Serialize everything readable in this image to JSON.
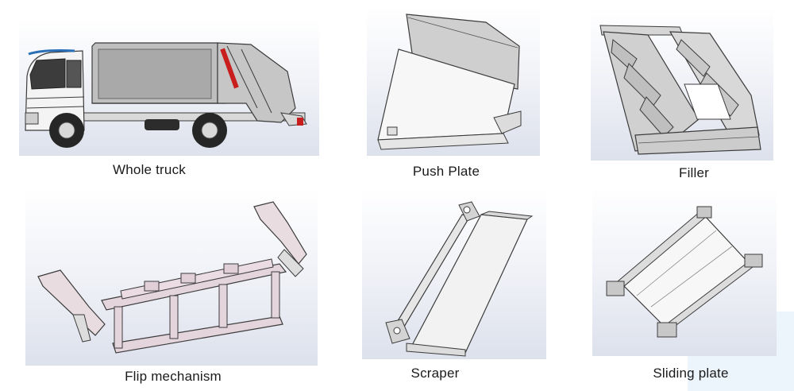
{
  "figure": {
    "panels": [
      {
        "id": "whole-truck",
        "caption": "Whole truck"
      },
      {
        "id": "push-plate",
        "caption": "Push Plate"
      },
      {
        "id": "filler",
        "caption": "Filler"
      },
      {
        "id": "flip-mechanism",
        "caption": "Flip mechanism"
      },
      {
        "id": "scraper",
        "caption": "Scraper"
      },
      {
        "id": "sliding-plate",
        "caption": "Sliding plate"
      }
    ]
  },
  "colors": {
    "panel_background": "#e6e9f2",
    "line": "#3c3c3c",
    "body_gray": "#bfbfbf",
    "frame_pink": "#e4d5dc",
    "accent_red": "#c81e1e",
    "truck_blue": "#2a6fb6"
  }
}
